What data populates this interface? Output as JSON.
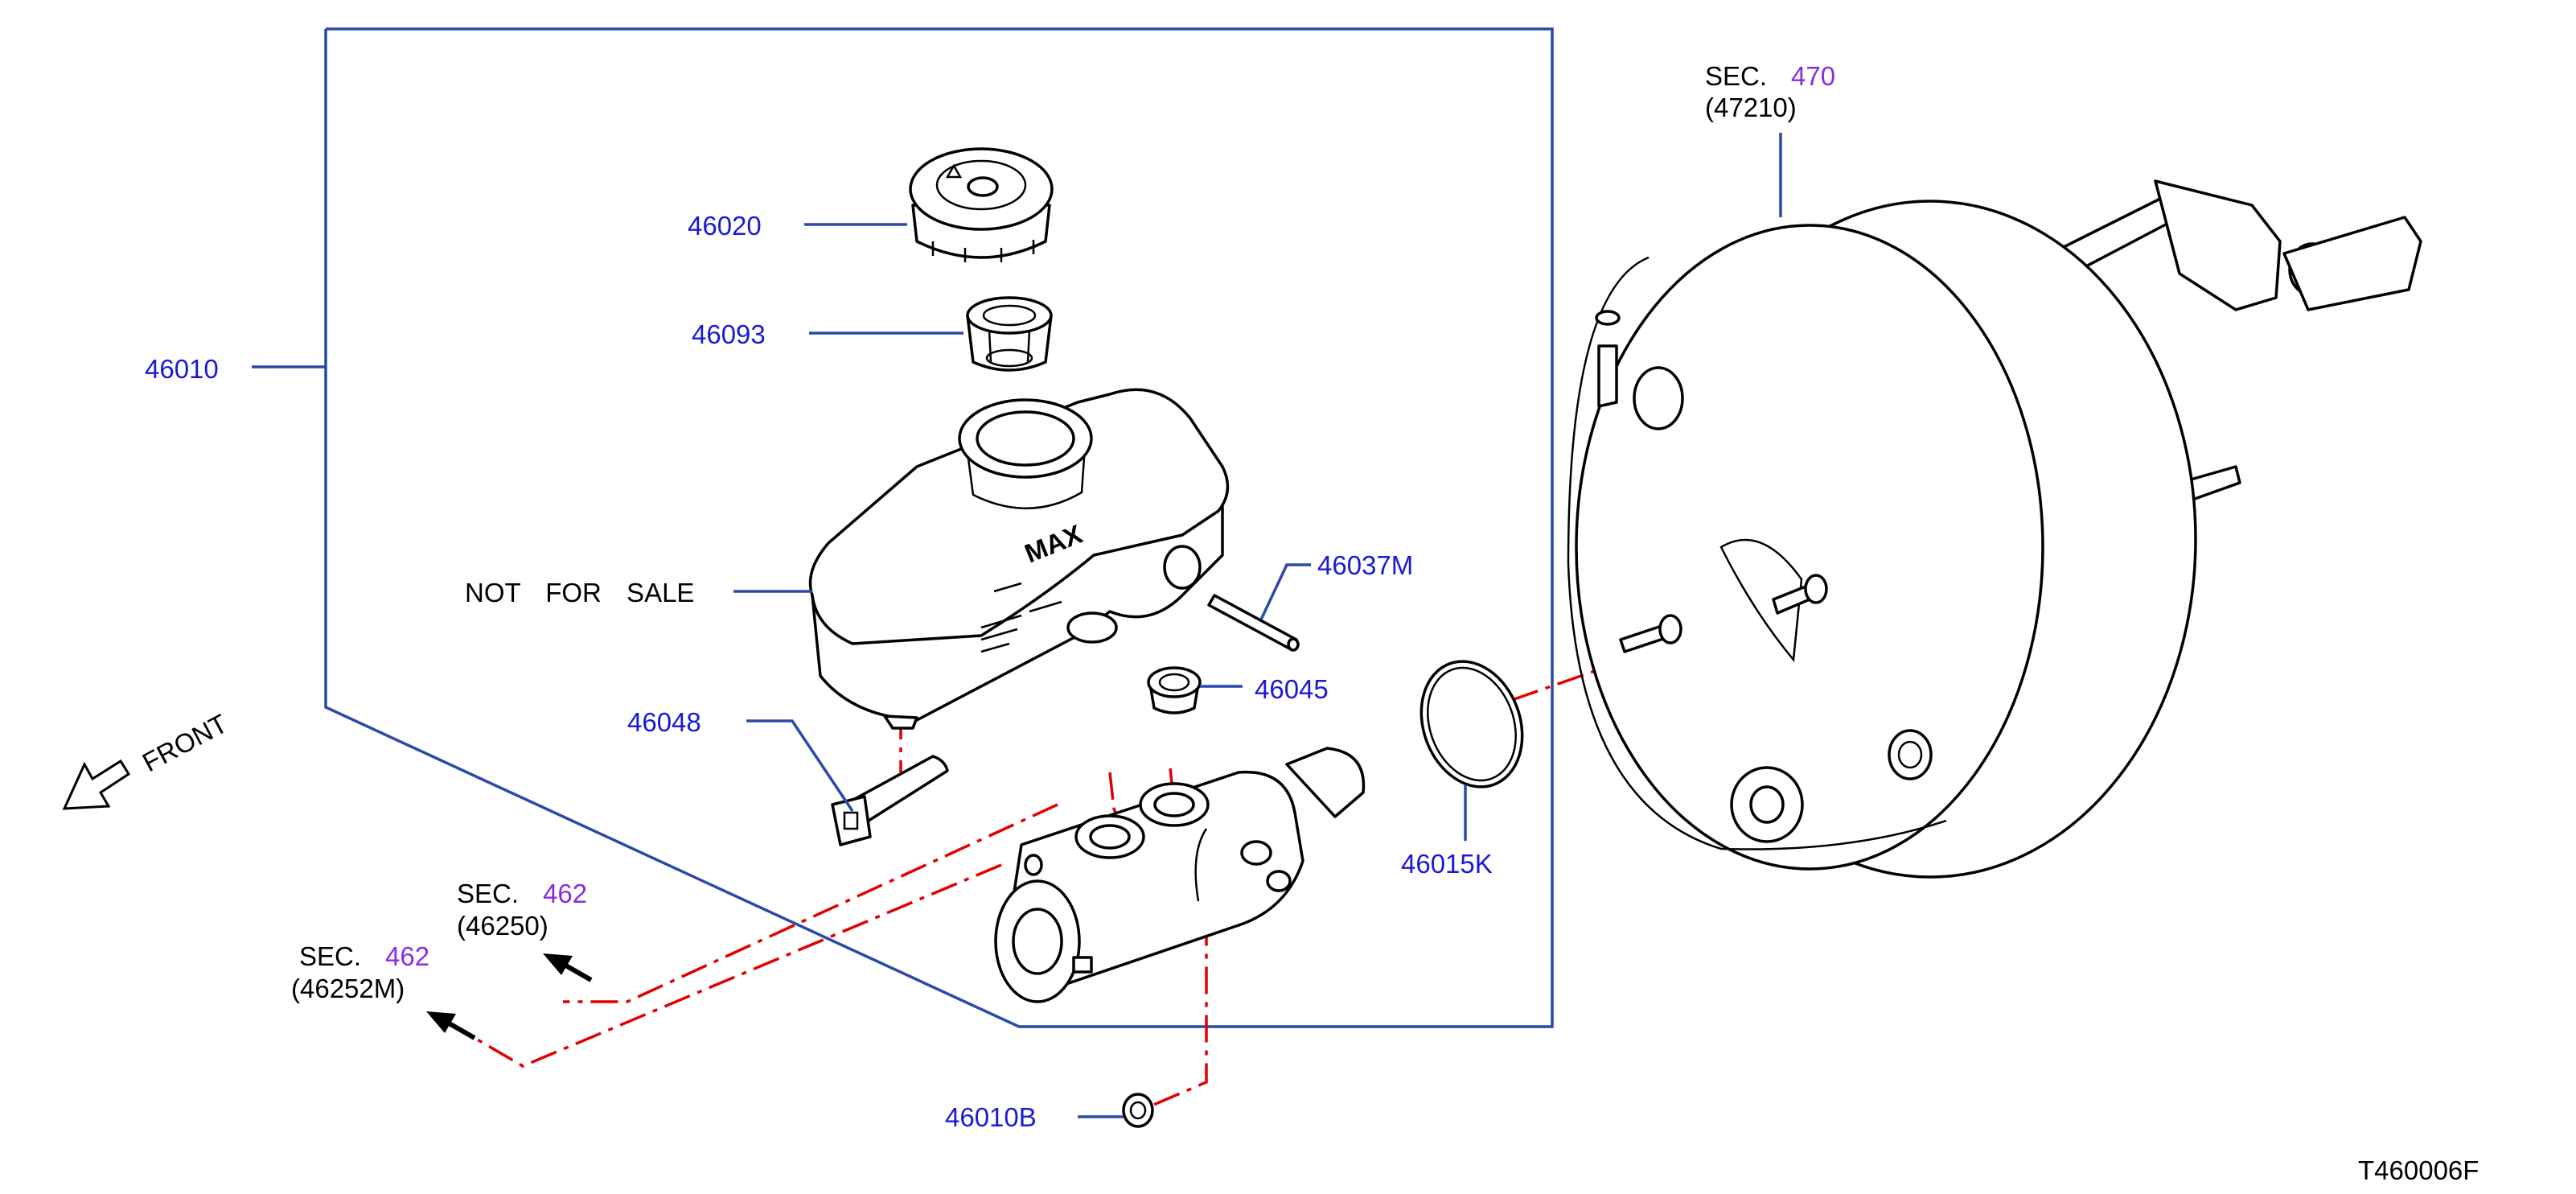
{
  "colors": {
    "part_label": "#1a1ad6",
    "section_number": "#8a2be2",
    "text": "#000000",
    "frame": "#2a4aa8",
    "guide_line": "#e00000"
  },
  "labels": {
    "assembly": "46010",
    "cap": "46020",
    "strainer": "46093",
    "reservoir": "NOT FOR SALE",
    "pin": "46037M",
    "grommet": "46045",
    "sensor": "46048",
    "o_ring": "46015K",
    "nut": "46010B"
  },
  "sections": {
    "booster": {
      "prefix": "SEC.",
      "number": "470",
      "part": "(47210)"
    },
    "brake_tube_a": {
      "prefix": "SEC.",
      "number": "462",
      "part": "(46250)"
    },
    "brake_tube_b": {
      "prefix": "SEC.",
      "number": "462",
      "part": "(46252M)"
    }
  },
  "front_indicator": "FRONT",
  "reservoir_marking": "MAX",
  "diagram_code": "T460006F"
}
